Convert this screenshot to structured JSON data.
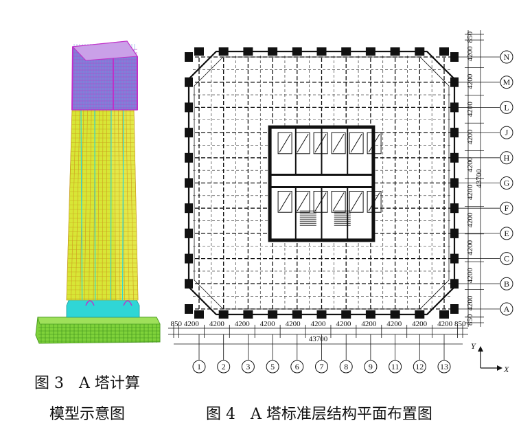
{
  "figure3": {
    "caption_line1": "图 3　A 塔计算",
    "caption_line2": "模型示意图"
  },
  "figure4": {
    "caption": "图 4　A 塔标准层结构平面布置图",
    "bottom_dims": [
      "850",
      "4200",
      "4200",
      "4200",
      "4200",
      "4200",
      "4200",
      "4200",
      "4200",
      "4200",
      "4200",
      "4200",
      "850"
    ],
    "bottom_total": "43700",
    "right_dims_top_to_bottom": [
      "850",
      "4200",
      "4200",
      "4200",
      "4200",
      "4200",
      "4200",
      "4200",
      "4200",
      "4200",
      "4200",
      "850"
    ],
    "right_total": "43700",
    "column_axes": [
      "1",
      "2",
      "3",
      "5",
      "6",
      "7",
      "8",
      "9",
      "11",
      "12",
      "13"
    ],
    "row_axes_top_to_bottom": [
      "N",
      "M",
      "L",
      "J",
      "H",
      "G",
      "F",
      "E",
      "C",
      "B",
      "A"
    ],
    "axis_x": "X",
    "axis_y": "Y"
  },
  "colors": {
    "model_yellow": "#d8e636",
    "model_cyan": "#2fd6d6",
    "model_magenta": "#c030c8",
    "model_green": "#7fd23a",
    "line": "#111111"
  }
}
